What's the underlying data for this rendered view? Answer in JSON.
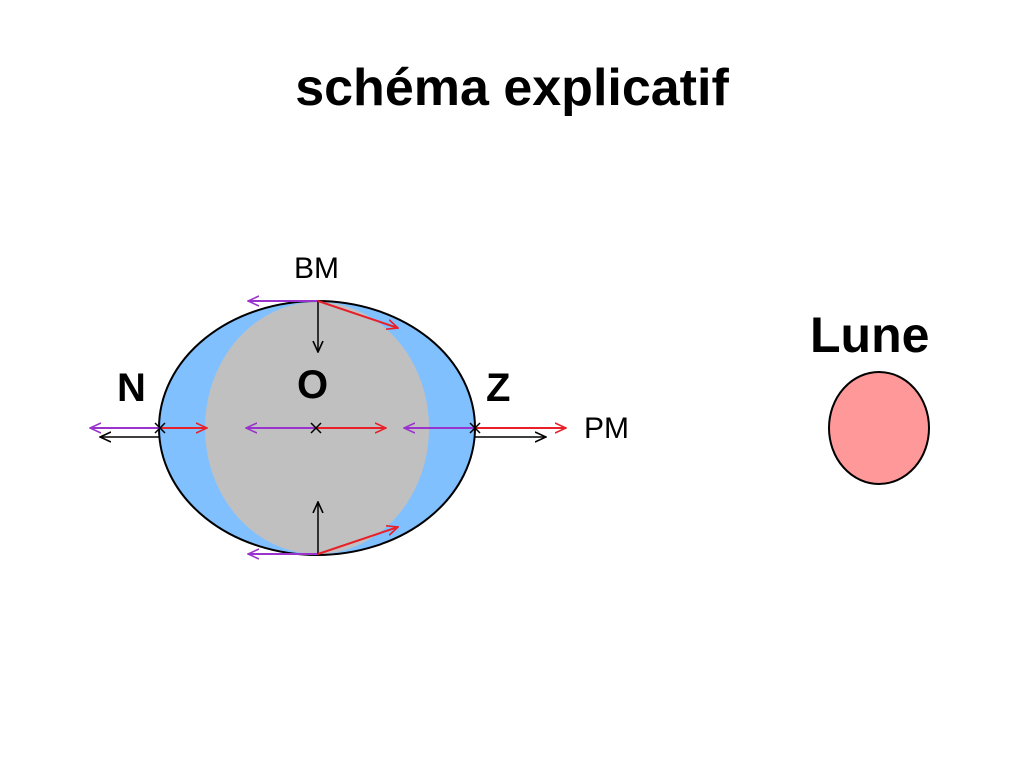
{
  "title": "schéma explicatif",
  "earth": {
    "label_top": "BM",
    "label_bottom": "PM",
    "label_left": "N",
    "label_center": "O",
    "label_right": "Z",
    "colors": {
      "tidal_bulge": "#80c0ff",
      "earth_core": "#c0c0c0",
      "outline": "#000000"
    }
  },
  "moon": {
    "label": "Lune",
    "color": "#ff9999"
  },
  "arrow_colors": {
    "purple": "#9933cc",
    "red": "#e8202a",
    "black": "#000000"
  }
}
